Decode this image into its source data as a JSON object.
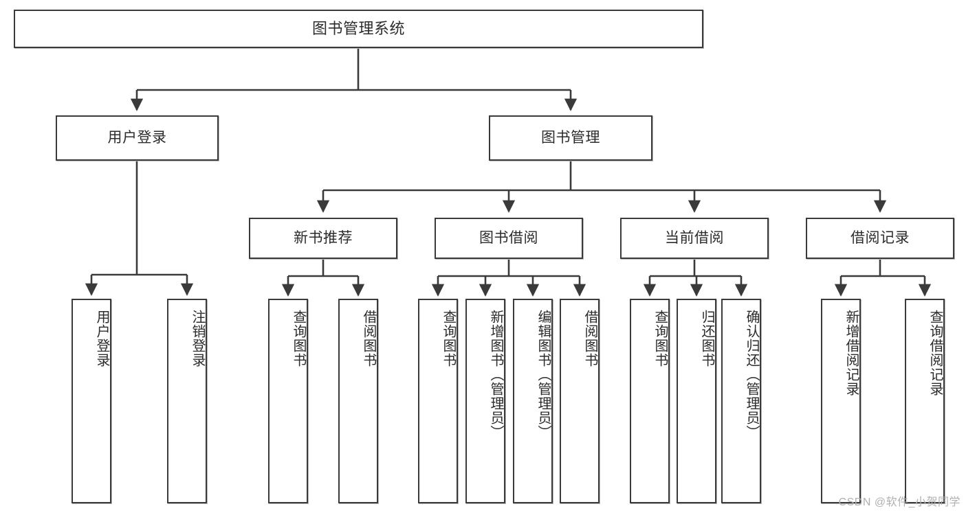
{
  "diagram": {
    "title": "图书管理系统",
    "type": "tree",
    "root": {
      "label": "图书管理系统"
    },
    "level2": [
      {
        "label": "用户登录"
      },
      {
        "label": "图书管理"
      }
    ],
    "level3": [
      {
        "label": "新书推荐"
      },
      {
        "label": "图书借阅"
      },
      {
        "label": "当前借阅"
      },
      {
        "label": "借阅记录"
      }
    ],
    "leaves_user_login": [
      {
        "label": "用户登录"
      },
      {
        "label": "注销登录"
      }
    ],
    "leaves_new_book": [
      {
        "label": "查询图书"
      },
      {
        "label": "借阅图书"
      }
    ],
    "leaves_borrow": [
      {
        "label": "查询图书"
      },
      {
        "label": "新增图书（管理员）"
      },
      {
        "label": "编辑图书（管理员）"
      },
      {
        "label": "借阅图书"
      }
    ],
    "leaves_current": [
      {
        "label": "查询图书"
      },
      {
        "label": "归还图书"
      },
      {
        "label": "确认归还（管理员）"
      }
    ],
    "leaves_record": [
      {
        "label": "新增借阅记录"
      },
      {
        "label": "查询借阅记录"
      }
    ]
  },
  "watermark": {
    "text": "CSDN @软件_小贺同学"
  },
  "colors": {
    "stroke": "#3a3a3a",
    "fill": "#ffffff",
    "text": "#2b2b2b",
    "watermark": "#b0b0b0"
  }
}
